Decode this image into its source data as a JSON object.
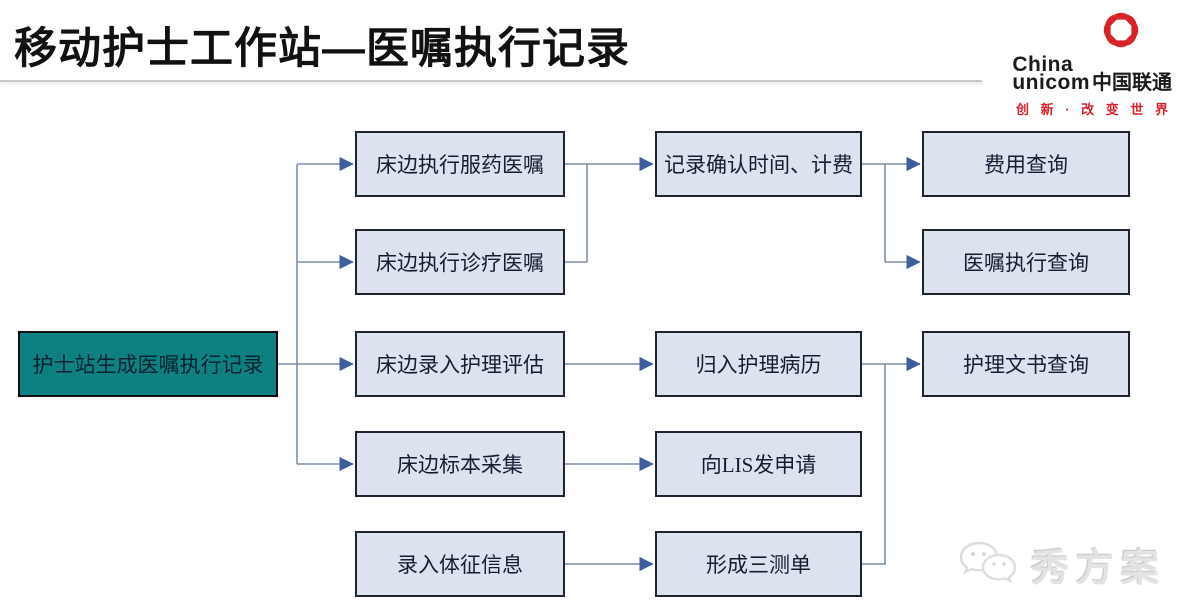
{
  "header": {
    "title": "移动护士工作站—医嘱执行记录",
    "logo": {
      "name_line1": "China",
      "name_line2": "unicom",
      "name_cn": "中国联通",
      "tagline": "创 新 · 改 变 世 界",
      "brand_red": "#d8232a"
    }
  },
  "colors": {
    "node_fill": "#dce2ee",
    "node_border": "#1f2430",
    "root_fill": "#0d8181",
    "connector_line": "#7c8fab",
    "arrowhead": "#3e5e9e"
  },
  "flowchart": {
    "root": "护士站生成医嘱执行记录",
    "col2": [
      "床边执行服药医嘱",
      "床边执行诊疗医嘱",
      "床边录入护理评估",
      "床边标本采集",
      "录入体征信息"
    ],
    "col3": [
      "记录确认时间、计费",
      "归入护理病历",
      "向LIS发申请",
      "形成三测单"
    ],
    "col4": [
      "费用查询",
      "医嘱执行查询",
      "护理文书查询"
    ]
  },
  "watermark": {
    "label": "秀方案",
    "icon": "wechat-bubbles-icon"
  }
}
